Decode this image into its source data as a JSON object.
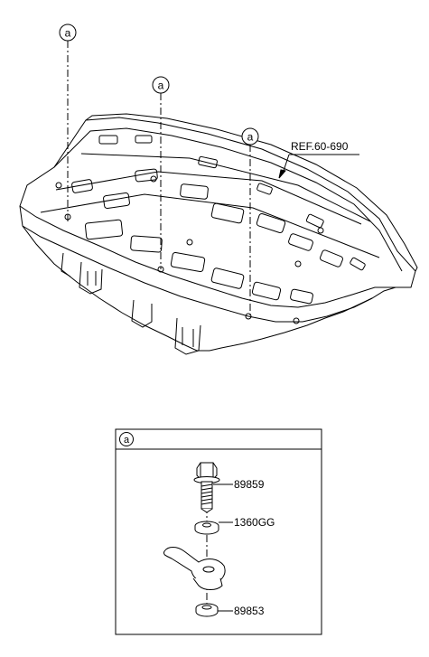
{
  "callout_letter": "a",
  "ref_label": "REF.60-690",
  "detail": {
    "header_letter": "a",
    "parts": [
      {
        "number": "89859"
      },
      {
        "number": "1360GG"
      },
      {
        "number": "89853"
      }
    ]
  }
}
